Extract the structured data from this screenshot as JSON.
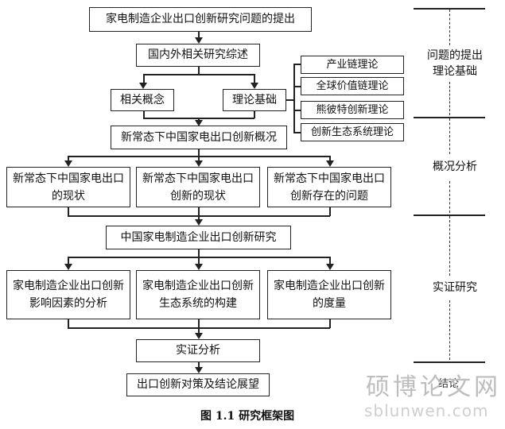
{
  "boxes": {
    "title": "家电制造企业出口创新研究问题的提出",
    "review": "国内外相关研究综述",
    "concepts": "相关概念",
    "theory": "理论基础",
    "theory_items": [
      "产业链理论",
      "全球价值链理论",
      "熊彼特创新理论",
      "创新生态系统理论"
    ],
    "overview": "新常态下中国家电出口创新概况",
    "overview_items": [
      "新常态下中国家电出口的现状",
      "新常态下中国家电出口创新的现状",
      "新常态下中国家电出口创新存在的问题"
    ],
    "research": "中国家电制造企业出口创新研究",
    "research_items": [
      "家电制造企业出口创新影响因素的分析",
      "家电制造企业出口创新生态系统的构建",
      "家电制造企业出口创新的度量"
    ],
    "empirical": "实证分析",
    "conclusion": "出口创新对策及结论展望"
  },
  "stages": [
    "问题的提出\n理论基础",
    "概况分析",
    "实证研究",
    "结论"
  ],
  "caption": "图 1.1  研究框架图",
  "watermark": {
    "cn": "硕博论文网",
    "url": "sblunwen.com"
  }
}
